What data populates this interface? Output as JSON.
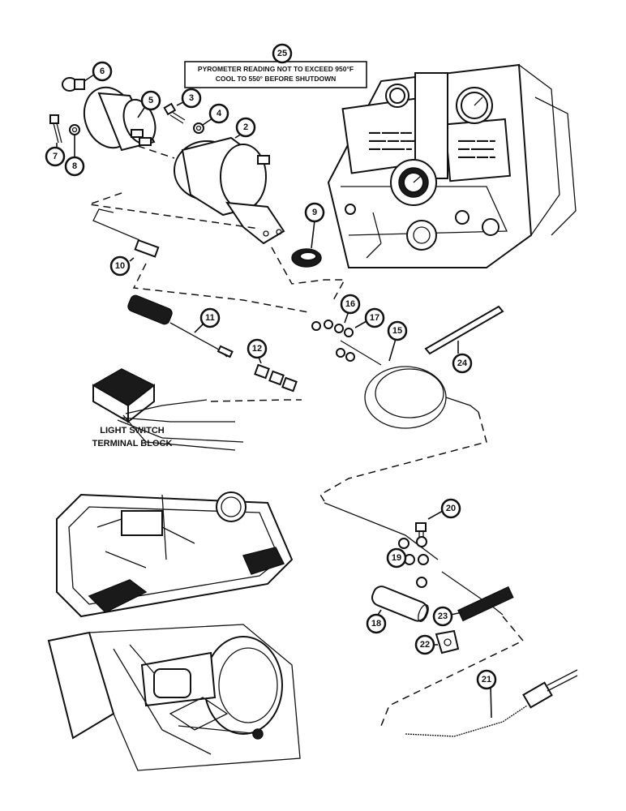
{
  "note": {
    "callout": "25",
    "line1": "PYROMETER READING NOT TO EXCEED 950°F",
    "line2": "COOL TO 550° BEFORE SHUTDOWN"
  },
  "labels": {
    "light_switch_line1": "LIGHT SWITCH",
    "light_switch_line2": "TERMINAL BLOCK"
  },
  "callouts": [
    "2",
    "3",
    "4",
    "5",
    "6",
    "7",
    "8",
    "9",
    "10",
    "11",
    "12",
    "15",
    "16",
    "17",
    "18",
    "19",
    "20",
    "21",
    "22",
    "23",
    "24"
  ]
}
